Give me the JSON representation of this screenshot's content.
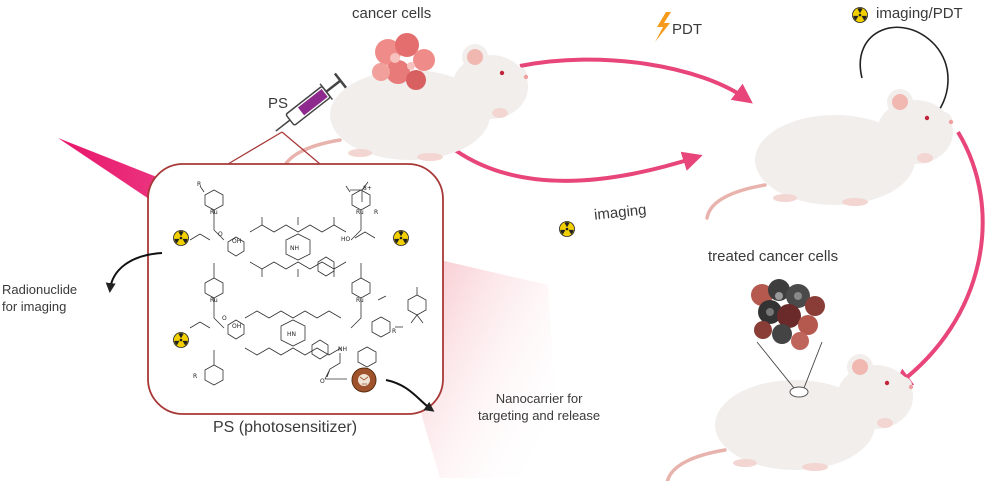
{
  "labels": {
    "cancer_cells": "cancer cells",
    "pdt": "PDT",
    "imaging_pdt": "imaging/PDT",
    "ps": "PS",
    "imaging": "imaging",
    "treated_cancer_cells": "treated cancer cells",
    "radionuclide": "Radionuclide\nfor imaging",
    "nanocarrier": "Nanocarrier for\ntargeting and release",
    "ps_full": "PS (photosensitizer)"
  },
  "icons": [
    "mouse-icon",
    "syringe-icon",
    "lightning-icon",
    "radiation-icon",
    "tumor-icon",
    "nanocarrier-icon"
  ],
  "colors": {
    "arrow_pink": "#e8457a",
    "box_border": "#a83838",
    "syringe_fill": "#8e2a8e",
    "lightning": "#f59a1c",
    "radiation": "#f2d000",
    "tumor_pink": "#ef8c8a",
    "tumor_dark": "#3e3e3e",
    "mouse_body": "#f1eeec"
  }
}
